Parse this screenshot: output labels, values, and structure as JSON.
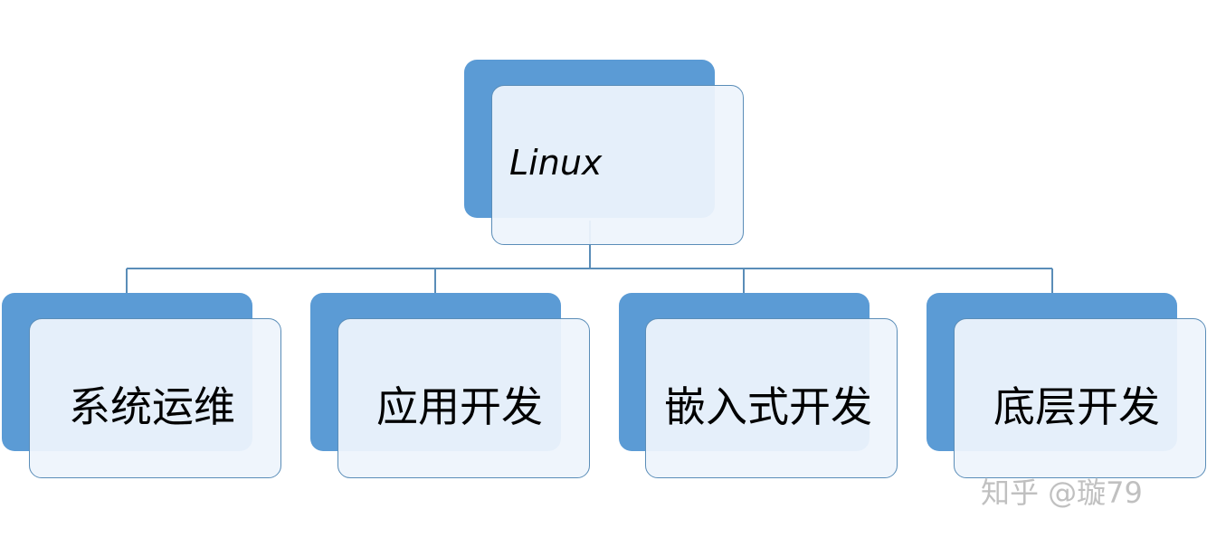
{
  "root": {
    "label": "Linux"
  },
  "children": [
    {
      "label": "系统运维"
    },
    {
      "label": "应用开发"
    },
    {
      "label": "嵌入式开发"
    },
    {
      "label": "底层开发"
    }
  ],
  "watermark": "知乎 @璇79",
  "colors": {
    "back": "#5b9bd5",
    "front": "#eef4fc",
    "border": "#5a8db8",
    "connector": "#5a8db8"
  }
}
